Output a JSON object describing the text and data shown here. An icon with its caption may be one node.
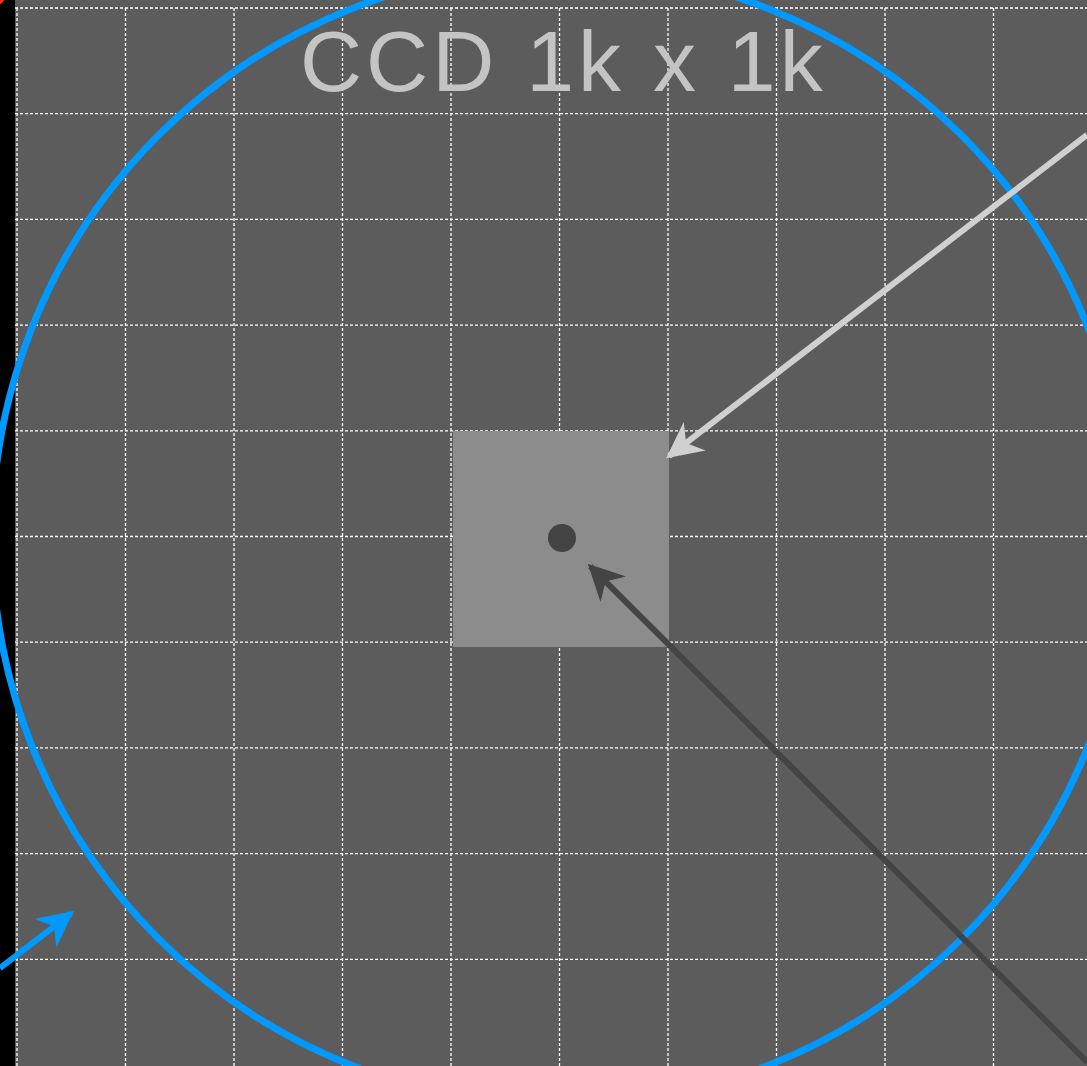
{
  "diagram": {
    "title": "CCD 1k x 1k",
    "nodes": [
      {
        "text": [],
        "shape": "circle"
      },
      {
        "text": [],
        "shape": "box",
        "in": 0
      },
      {
        "text": [],
        "shape": "circle",
        "in": 1
      }
    ],
    "edges": [
      {
        "from": null,
        "to": 1,
        "arrow": "to",
        "color": "#d0d0d0"
      },
      {
        "from": null,
        "to": 2,
        "arrow": "to",
        "color": "#444444"
      },
      {
        "from": null,
        "to": 0,
        "arrow": "to",
        "color": "#0099ff"
      }
    ]
  }
}
